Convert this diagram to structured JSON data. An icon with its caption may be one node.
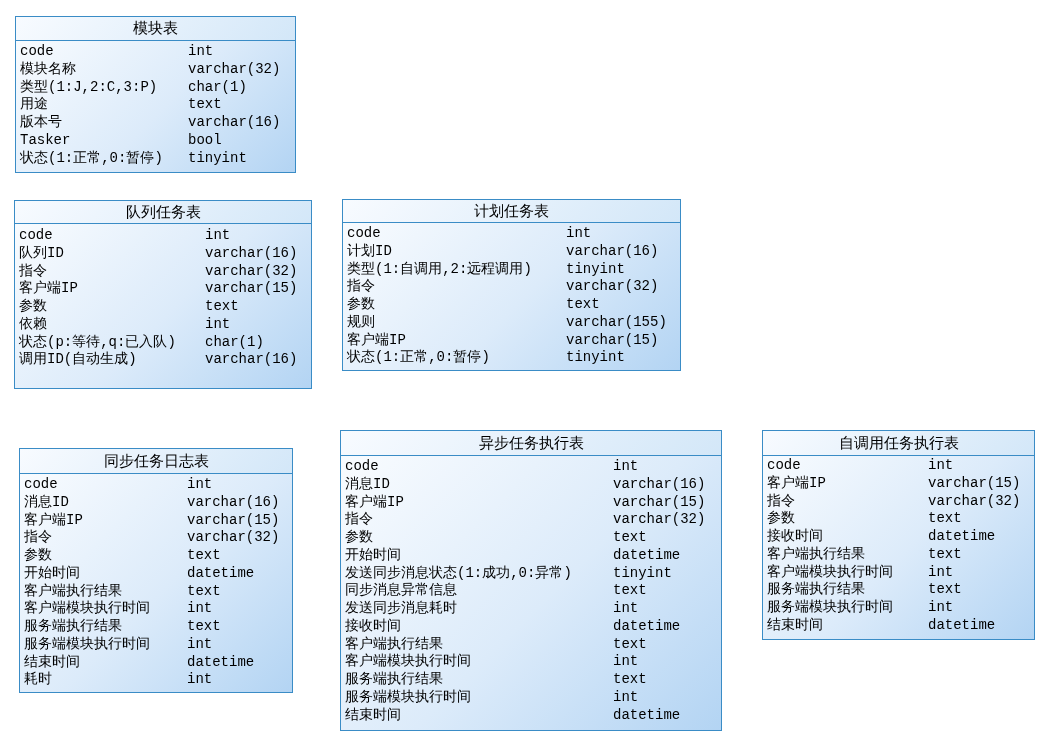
{
  "diagram": {
    "nodes": [
      {
        "text": [
          "模块表",
          "code",
          "int",
          "模块名称",
          "varchar(32)",
          "类型(1:J,2:C,3:P)",
          "char(1)",
          "用途",
          "text",
          "版本号",
          "varchar(16)",
          "Tasker",
          "bool",
          "状态(1:正常,0:暂停)",
          "tinyint"
        ]
      },
      {
        "text": [
          "队列任务表",
          "code",
          "int",
          "队列ID",
          "varchar(16)",
          "指令",
          "varchar(32)",
          "客户端IP",
          "varchar(15)",
          "参数",
          "text",
          "依赖",
          "int",
          "状态(p:等待,q:已入队)",
          "char(1)",
          "调用ID(自动生成)",
          "varchar(16)"
        ]
      },
      {
        "text": [
          "计划任务表",
          "code",
          "int",
          "计划ID",
          "varchar(16)",
          "类型(1:自调用,2:远程调用)",
          "tinyint",
          "指令",
          "varchar(32)",
          "参数",
          "text",
          "规则",
          "varchar(155)",
          "客户端IP",
          "varchar(15)",
          "状态(1:正常,0:暂停)",
          "tinyint"
        ]
      },
      {
        "text": [
          "同步任务日志表",
          "code",
          "int",
          "消息ID",
          "varchar(16)",
          "客户端IP",
          "varchar(15)",
          "指令",
          "varchar(32)",
          "参数",
          "text",
          "开始时间",
          "datetime",
          "客户端执行结果",
          "text",
          "客户端模块执行时间",
          "int",
          "服务端执行结果",
          "text",
          "服务端模块执行时间",
          "int",
          "结束时间",
          "datetime",
          "耗时",
          "int"
        ]
      },
      {
        "text": [
          "异步任务执行表",
          "code",
          "int",
          "消息ID",
          "varchar(16)",
          "客户端IP",
          "varchar(15)",
          "指令",
          "varchar(32)",
          "参数",
          "text",
          "开始时间",
          "datetime",
          "发送同步消息状态(1:成功,0:异常)",
          "tinyint",
          "同步消息异常信息",
          "text",
          "发送同步消息耗时",
          "int",
          "接收时间",
          "datetime",
          "客户端执行结果",
          "text",
          "客户端模块执行时间",
          "int",
          "服务端执行结果",
          "text",
          "服务端模块执行时间",
          "int",
          "结束时间",
          "datetime"
        ]
      },
      {
        "text": [
          "自调用任务执行表",
          "code",
          "int",
          "客户端IP",
          "varchar(15)",
          "指令",
          "varchar(32)",
          "参数",
          "text",
          "接收时间",
          "datetime",
          "客户端执行结果",
          "text",
          "客户端模块执行时间",
          "int",
          "服务端执行结果",
          "text",
          "服务端模块执行时间",
          "int",
          "结束时间",
          "datetime"
        ]
      }
    ]
  }
}
